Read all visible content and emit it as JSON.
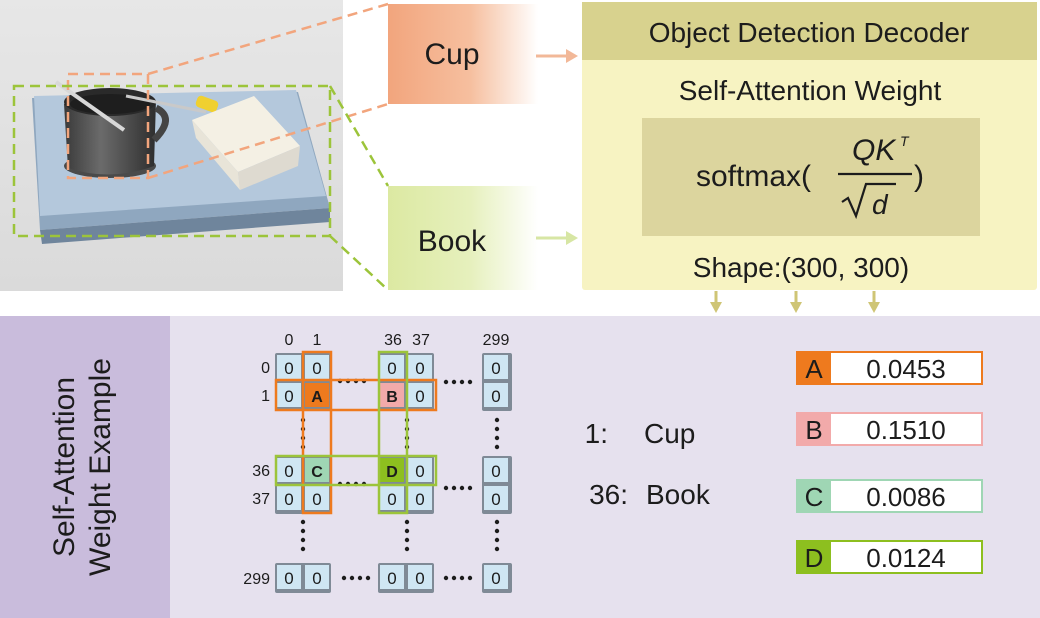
{
  "top": {
    "cup_label": "Cup",
    "book_label": "Book",
    "decoder_title": "Object Detection Decoder",
    "attention_title": "Self-Attention Weight",
    "formula": {
      "func": "softmax(",
      "numerator_q": "Q",
      "numerator_k": "K",
      "numerator_sup": "T",
      "denominator": "d",
      "close": ")"
    },
    "shape_text": "Shape:(300, 300)"
  },
  "bottom": {
    "side_label_line1": "Self-Attention",
    "side_label_line2": "Weight Example",
    "matrix": {
      "col_headers": [
        "0",
        "1",
        "36",
        "37",
        "299"
      ],
      "row_headers": [
        "0",
        "1",
        "36",
        "37",
        "299"
      ],
      "zero": "0",
      "cell_a": "A",
      "cell_b": "B",
      "cell_c": "C",
      "cell_d": "D"
    },
    "mapping": [
      {
        "index": "1:",
        "name": "Cup"
      },
      {
        "index": "36:",
        "name": "Book"
      }
    ],
    "legend": [
      {
        "letter": "A",
        "value": "0.0453",
        "color": "#ee7a1e"
      },
      {
        "letter": "B",
        "value": "0.1510",
        "color": "#f2aaaa"
      },
      {
        "letter": "C",
        "value": "0.0086",
        "color": "#9fd6b4"
      },
      {
        "letter": "D",
        "value": "0.0124",
        "color": "#8dbf1f"
      }
    ]
  }
}
